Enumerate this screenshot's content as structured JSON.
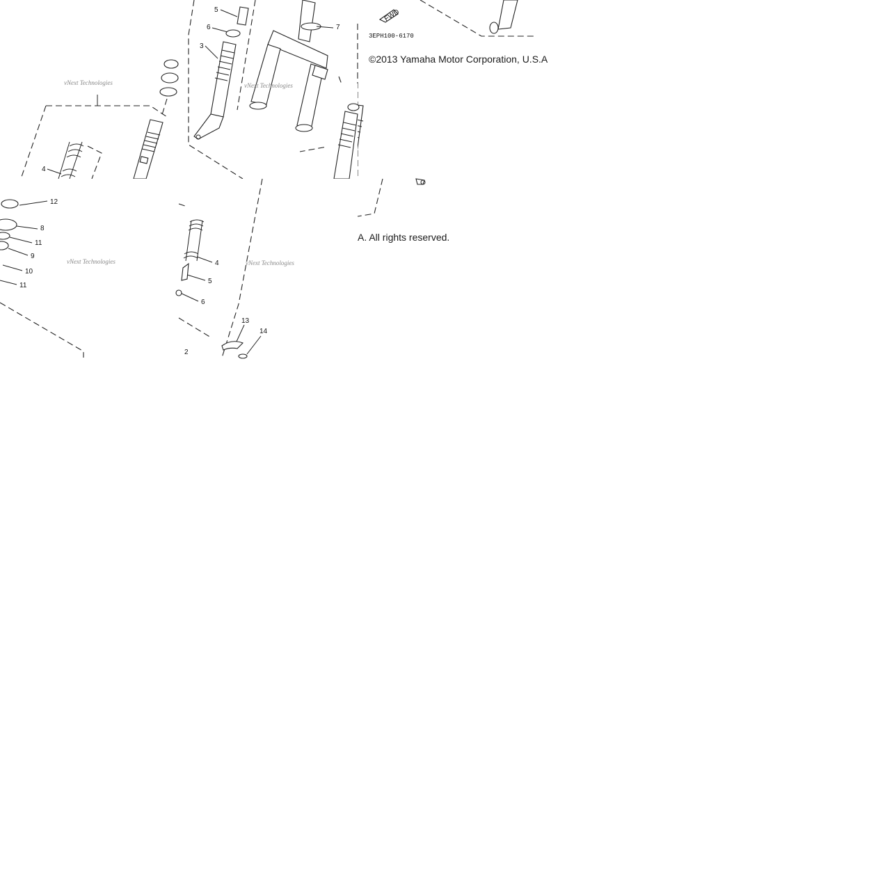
{
  "diagram": {
    "code": "3EPH100-6170",
    "fwd_label": "FWD",
    "copyright_line1": "©2013 Yamaha Motor Corporation, U.S.A",
    "copyright_line2": "A. All rights reserved.",
    "watermark": "vNext Technologies",
    "callouts_tile_top": [
      "5",
      "6",
      "3",
      "7",
      "4"
    ],
    "callouts_tile_bottom_left": [
      "12",
      "8",
      "11",
      "9",
      "10",
      "11"
    ],
    "callouts_tile_bottom_mid": [
      "4",
      "5",
      "6",
      "13",
      "14",
      "2"
    ]
  }
}
